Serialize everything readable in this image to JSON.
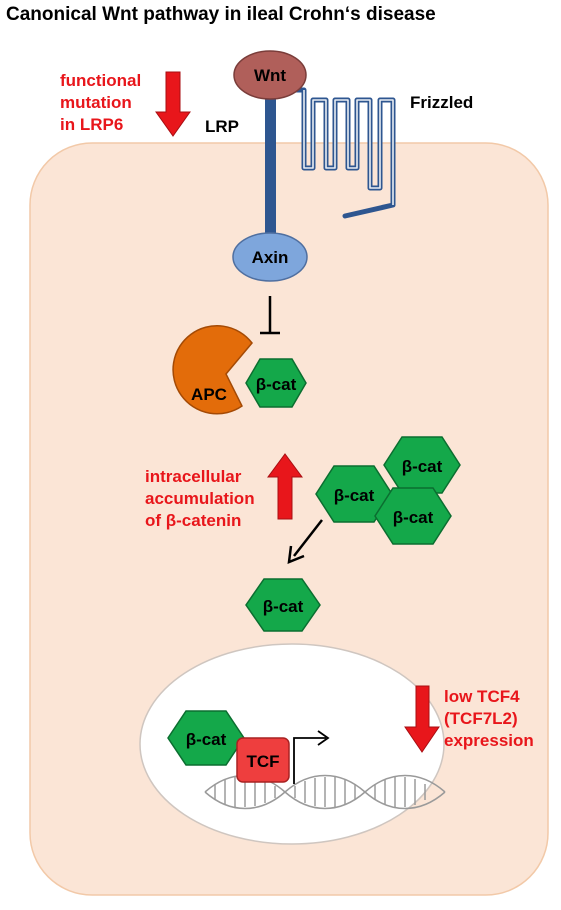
{
  "title": "Canonical Wnt pathway in ileal Crohn‘s disease",
  "labels": {
    "wnt": "Wnt",
    "frizzled": "Frizzled",
    "lrp": "LRP",
    "axin": "Axin",
    "apc": "APC",
    "beta_cat": "β-cat",
    "tcf": "TCF"
  },
  "notes": {
    "lrp6": [
      "functional",
      "mutation",
      "in LRP6"
    ],
    "accumulation": [
      "intracellular",
      "accumulation",
      "of β-catenin"
    ],
    "tcf4": [
      "low TCF4",
      "(TCF7L2)",
      "expression"
    ]
  },
  "colors": {
    "cell_fill": "#fbe5d6",
    "cell_stroke": "#f2c9a8",
    "wnt": "#b05f5a",
    "lrp_bar": "#2e5690",
    "frizzled": "#2e5690",
    "axin": "#7ea6dc",
    "apc": "#e36c0a",
    "beta_cat": "#14a84a",
    "tcf": "#ee3e3e",
    "red_arrow": "#e8161b"
  }
}
